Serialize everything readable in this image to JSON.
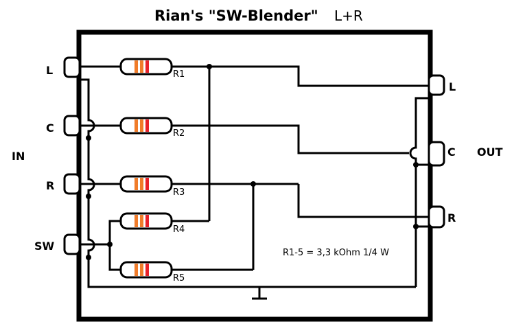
{
  "title": "Rian's \"SW-Blender\"",
  "title_suffix": "L+R",
  "inputs": {
    "group_label": "IN",
    "jacks": [
      "L",
      "C",
      "R",
      "SW"
    ]
  },
  "outputs": {
    "group_label": "OUT",
    "jacks": [
      "L",
      "C",
      "R"
    ]
  },
  "resistors": [
    "R1",
    "R2",
    "R3",
    "R4",
    "R5"
  ],
  "note": "R1-5 = 3,3 kOhm 1/4 W",
  "colors": {
    "line": "#000000",
    "resistor_body": "#ffffff",
    "band_orange": "#f07c2a",
    "band_red": "#e8222a"
  }
}
